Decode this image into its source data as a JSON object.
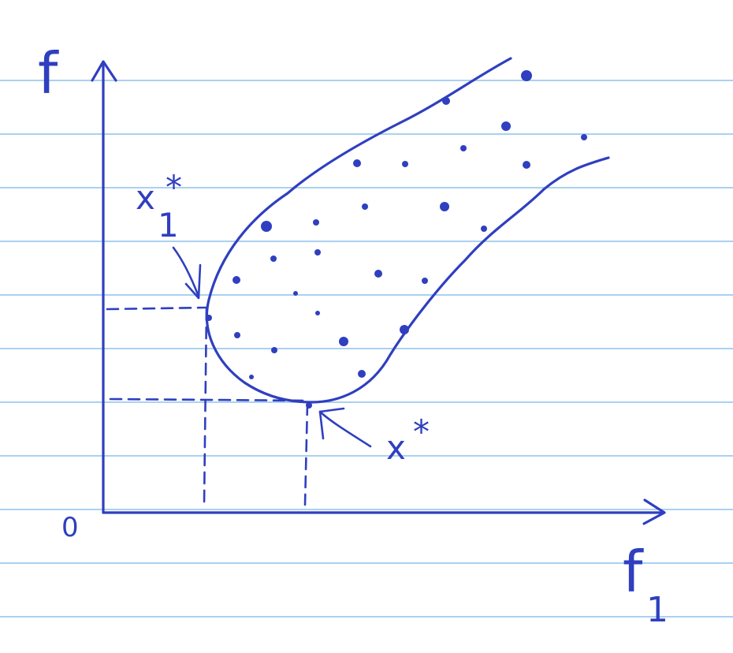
{
  "labels": {
    "y_axis": "f",
    "origin": "0",
    "x_axis_letter": "f",
    "x_axis_subscript": "1",
    "point_a_main": "x",
    "point_a_superscript": "*",
    "point_a_subscript": "1",
    "point_b_main": "x",
    "point_b_superscript": "*"
  },
  "colors": {
    "ink": "#2f3fc0",
    "ruled_lines": "#8ec2ee",
    "paper": "#ffffff"
  }
}
